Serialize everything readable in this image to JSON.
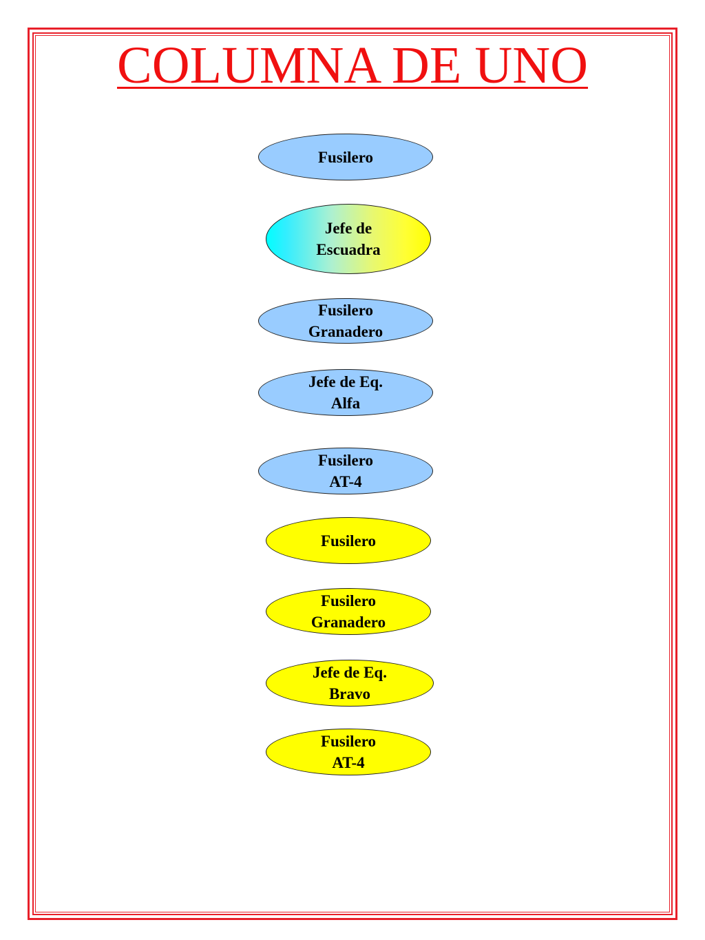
{
  "title": "COLUMNA DE UNO",
  "colors": {
    "frame": "#e8202a",
    "title": "#f01010",
    "blue_fill": "#99ccff",
    "yellow_fill": "#ffff00",
    "gradient_fill": [
      "#00ffff",
      "#ffff00"
    ]
  },
  "nodes": [
    {
      "label": "Fusilero",
      "fill": "blue"
    },
    {
      "label": "Jefe de\nEscuadra",
      "fill": "gradient"
    },
    {
      "label": "Fusilero\nGranadero",
      "fill": "blue"
    },
    {
      "label": "Jefe de Eq.\nAlfa",
      "fill": "blue"
    },
    {
      "label": "Fusilero\nAT-4",
      "fill": "blue"
    },
    {
      "label": "Fusilero",
      "fill": "yellow"
    },
    {
      "label": "Fusilero\nGranadero",
      "fill": "yellow"
    },
    {
      "label": "Jefe de Eq.\nBravo",
      "fill": "yellow"
    },
    {
      "label": "Fusilero\nAT-4",
      "fill": "yellow"
    }
  ]
}
